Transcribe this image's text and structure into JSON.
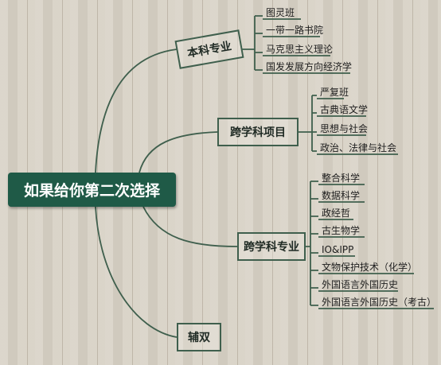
{
  "root": "如果给你第二次选择",
  "branches": [
    {
      "label": "本科专业",
      "leaves": [
        "图灵班",
        "一带一路书院",
        "马克思主义理论",
        "国发发展方向经济学"
      ]
    },
    {
      "label": "跨学科项目",
      "leaves": [
        "严复班",
        "古典语文学",
        "思想与社会",
        "政治、法律与社会"
      ]
    },
    {
      "label": "跨学科专业",
      "leaves": [
        "整合科学",
        "数据科学",
        "政经哲",
        "古生物学",
        "IO&IPP",
        "文物保护技术（化学）",
        "外国语言外国历史",
        "外国语言外国历史（考古）"
      ]
    },
    {
      "label": "辅双",
      "leaves": []
    }
  ],
  "colors": {
    "line": "#3f5f4d",
    "root_bg": "#1f5a47"
  }
}
